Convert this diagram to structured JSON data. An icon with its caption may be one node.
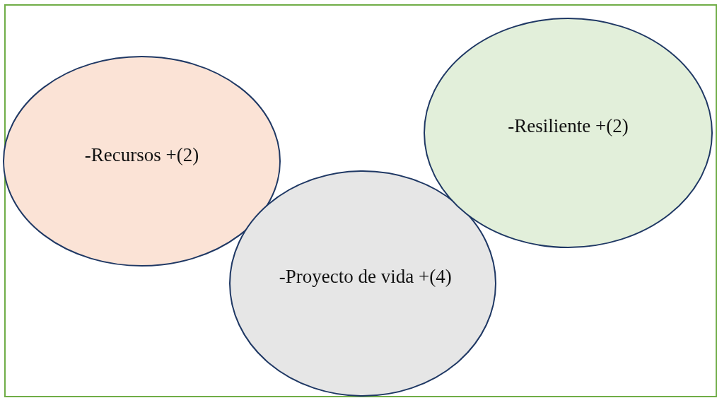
{
  "diagram": {
    "nodes": [
      {
        "text": [
          "-Recursos +(2)"
        ]
      },
      {
        "text": [
          "-Resiliente +(2)"
        ]
      },
      {
        "text": [
          "-Proyecto de vida +(4)"
        ]
      }
    ]
  }
}
